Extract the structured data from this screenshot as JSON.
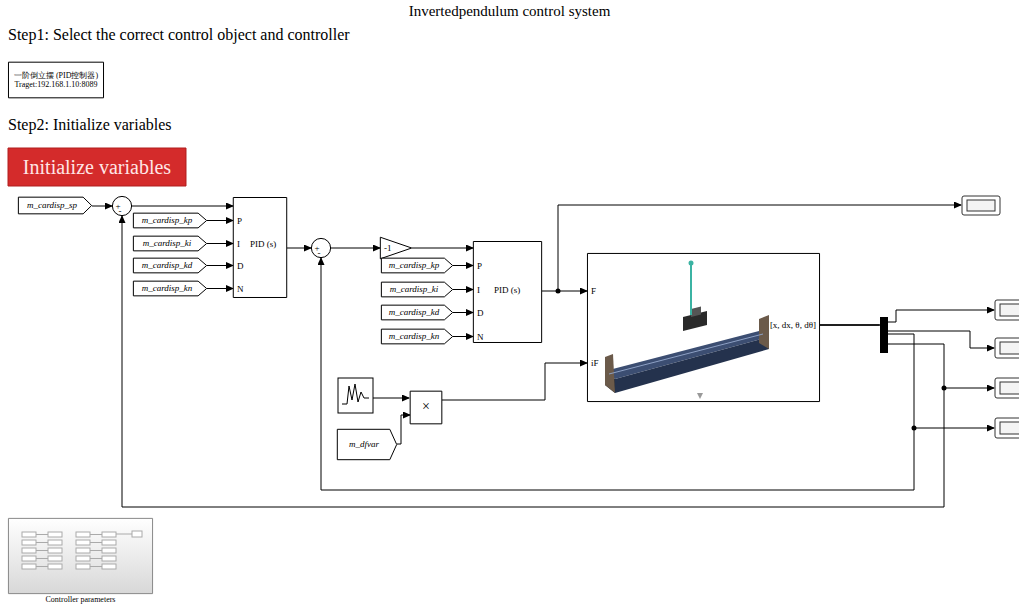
{
  "diagram": {
    "title": "Invertedpendulum control system",
    "nodes": [
      {
        "text": [
          "一阶倒立摆 (PID控制器)",
          "Traget:192.168.1.10:8089"
        ]
      },
      {
        "text": [
          "Initialize variables"
        ]
      },
      {
        "text": [
          "m_cardisp_sp"
        ]
      },
      {
        "text": [
          "+",
          "-"
        ]
      },
      {
        "text": [
          "m_cardisp_kp"
        ]
      },
      {
        "text": [
          "m_cardisp_ki"
        ]
      },
      {
        "text": [
          "m_cardisp_kd"
        ]
      },
      {
        "text": [
          "m_cardisp_kn"
        ]
      },
      {
        "text": [
          "P",
          "I",
          "D",
          "N",
          "PID (s)"
        ]
      },
      {
        "text": [
          "+",
          "-"
        ]
      },
      {
        "text": [
          "-1"
        ]
      },
      {
        "text": [
          "m_cardisp_kp"
        ]
      },
      {
        "text": [
          "m_cardisp_ki"
        ]
      },
      {
        "text": [
          "m_cardisp_kd"
        ]
      },
      {
        "text": [
          "m_cardisp_kn"
        ]
      },
      {
        "text": [
          "P",
          "I",
          "D",
          "N",
          "PID (s)"
        ]
      },
      {
        "text": [
          "F",
          "iF",
          "[x, dx, θ, dθ]"
        ]
      },
      {
        "text": [
          "×"
        ]
      },
      {
        "text": [
          "m_dfvar"
        ]
      },
      {
        "text": [
          "Controller parameters"
        ]
      }
    ],
    "edges": [
      {
        "from": 2,
        "to": 3,
        "arrow": "to"
      },
      {
        "from": 3,
        "to": 8,
        "arrow": "to"
      },
      {
        "from": 4,
        "to": 8,
        "arrow": "to"
      },
      {
        "from": 5,
        "to": 8,
        "arrow": "to"
      },
      {
        "from": 6,
        "to": 8,
        "arrow": "to"
      },
      {
        "from": 7,
        "to": 8,
        "arrow": "to"
      },
      {
        "from": 8,
        "to": 9,
        "arrow": "to"
      },
      {
        "from": 9,
        "to": 10,
        "arrow": "to"
      },
      {
        "from": 10,
        "to": 15,
        "arrow": "to"
      },
      {
        "from": 11,
        "to": 15,
        "arrow": "to"
      },
      {
        "from": 12,
        "to": 15,
        "arrow": "to"
      },
      {
        "from": 13,
        "to": 15,
        "arrow": "to"
      },
      {
        "from": 14,
        "to": 15,
        "arrow": "to"
      },
      {
        "from": 15,
        "to": 16,
        "arrow": "to"
      },
      {
        "from": 18,
        "to": 17,
        "arrow": "to"
      },
      {
        "from": 17,
        "to": 16,
        "arrow": "to"
      },
      {
        "from": 16,
        "to": 3,
        "arrow": "to"
      },
      {
        "from": 16,
        "to": 9,
        "arrow": "to"
      }
    ],
    "labels": [
      "Step1: Select the correct control object and controller",
      "Step2: Initialize variables"
    ]
  }
}
